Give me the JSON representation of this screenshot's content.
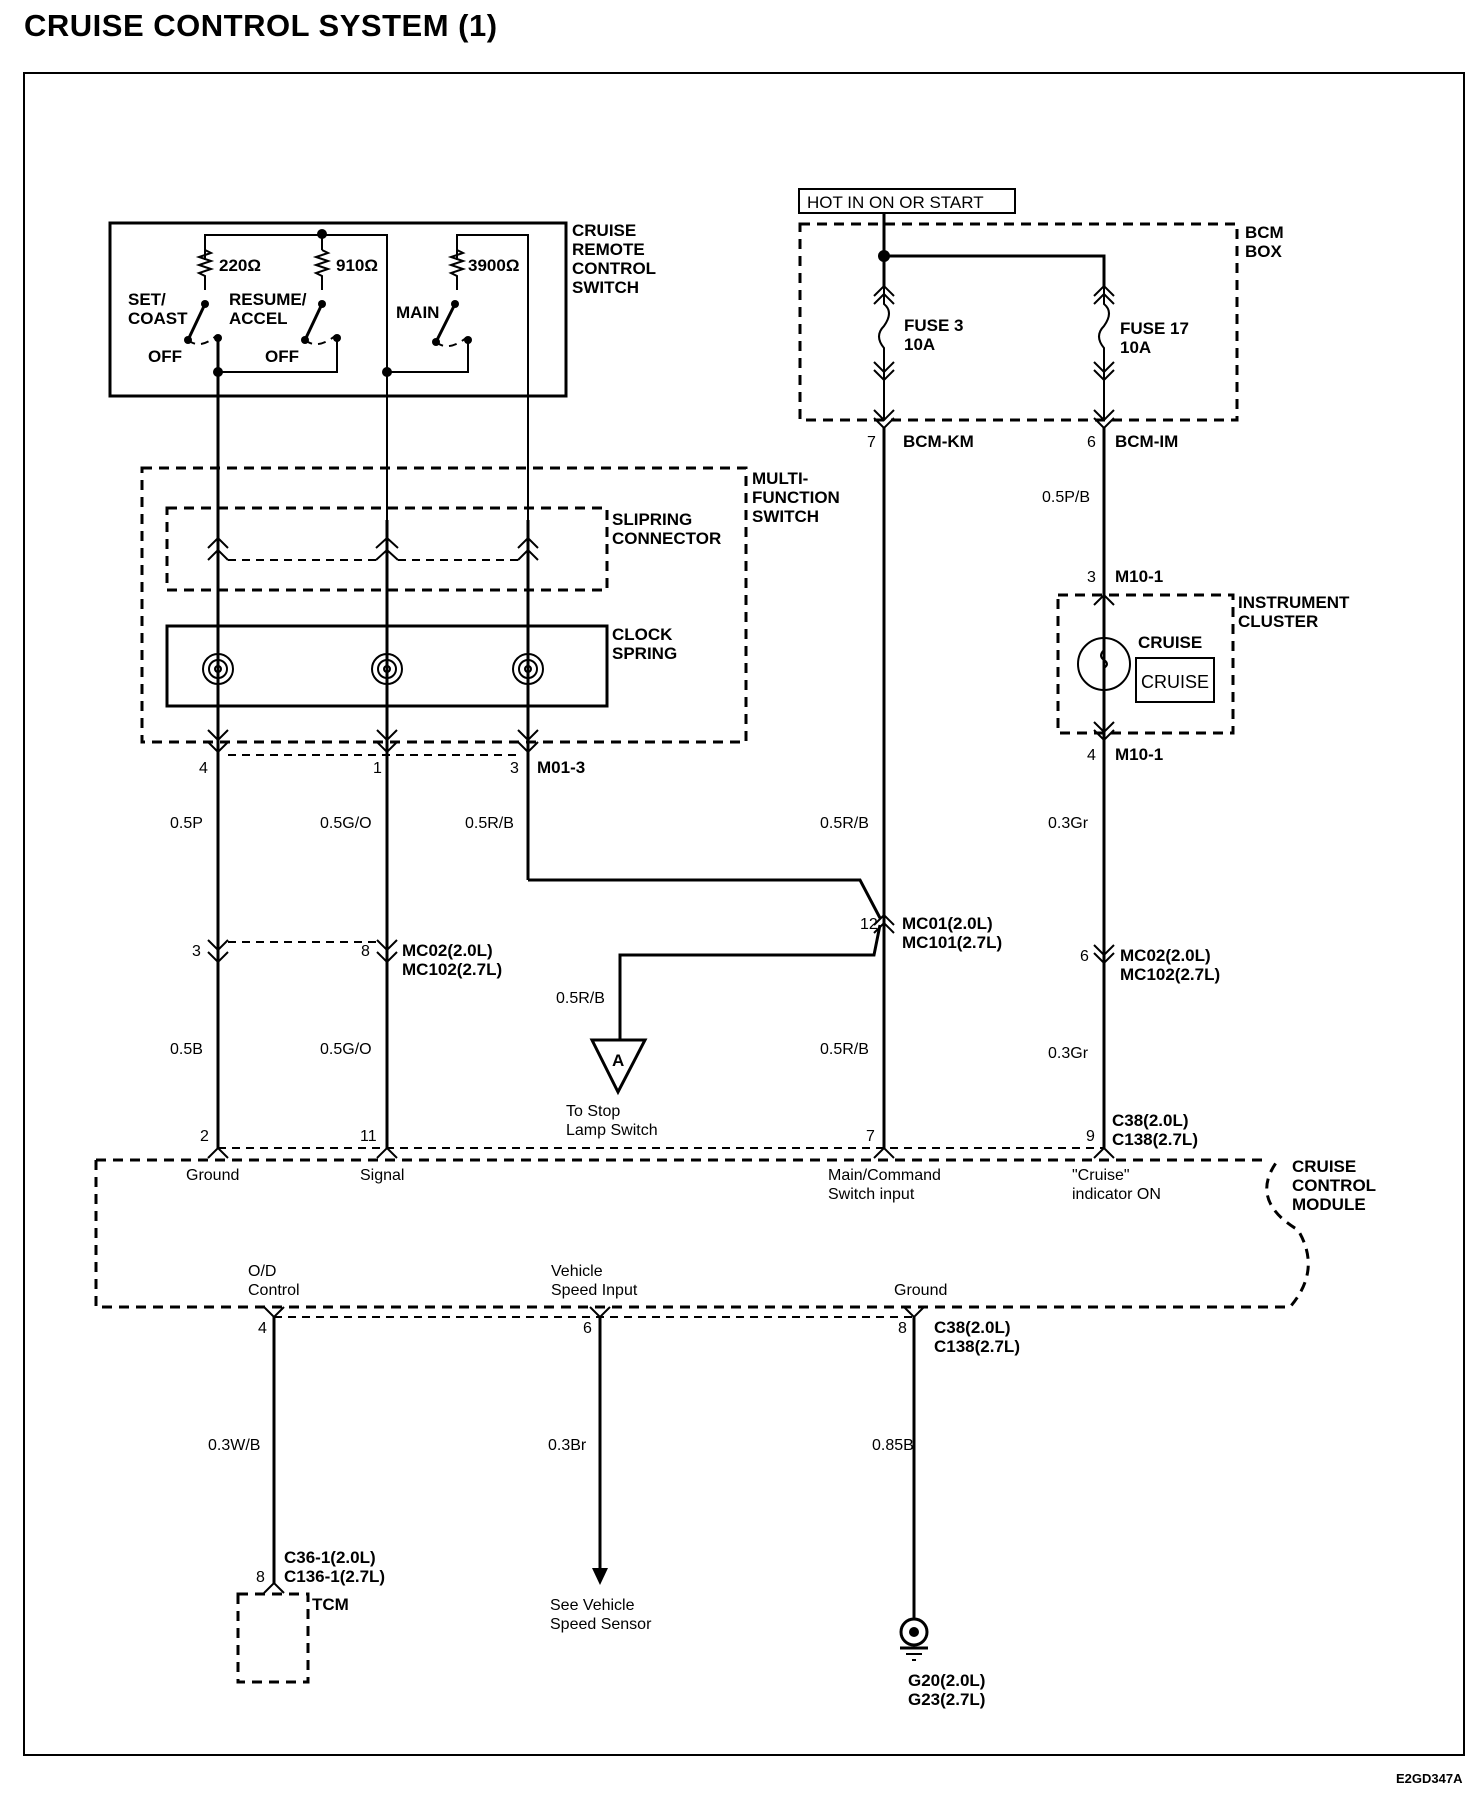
{
  "title": "CRUISE CONTROL SYSTEM (1)",
  "figure_code": "E2GD347A",
  "power": {
    "hot_label": "HOT IN ON OR START",
    "bcm_box_label": [
      "BCM",
      "BOX"
    ],
    "fuses": [
      {
        "name": "FUSE 3",
        "rating": "10A",
        "pin": "7",
        "connector": "BCM-KM"
      },
      {
        "name": "FUSE 17",
        "rating": "10A",
        "pin": "6",
        "connector": "BCM-IM"
      }
    ]
  },
  "remote_switch": {
    "label": [
      "CRUISE",
      "REMOTE",
      "CONTROL",
      "SWITCH"
    ],
    "resistors": [
      "220Ω",
      "910Ω",
      "3900Ω"
    ],
    "switches": [
      {
        "label": [
          "SET/",
          "COAST"
        ],
        "off": "OFF"
      },
      {
        "label": [
          "RESUME/",
          "ACCEL"
        ],
        "off": "OFF"
      },
      {
        "label": [
          "MAIN"
        ]
      }
    ]
  },
  "multifunction_switch": {
    "label": [
      "MULTI-",
      "FUNCTION",
      "SWITCH"
    ],
    "slipring_label": [
      "SLIPRING",
      "CONNECTOR"
    ],
    "clockspring_label": [
      "CLOCK",
      "SPRING"
    ],
    "pins": [
      "4",
      "1",
      "3"
    ],
    "connector": "M01-3"
  },
  "wires": {
    "left_upper": [
      "0.5P",
      "0.5G/O",
      "0.5R/B"
    ],
    "left_lower": [
      "0.5B",
      "0.5G/O"
    ],
    "mc02_pins": [
      "3",
      "8"
    ],
    "mc02_connector": [
      "MC02(2.0L)",
      "MC102(2.7L)"
    ],
    "mid_upper": "0.5R/B",
    "mid_lower": "0.5R/B",
    "mc01_pin": "12",
    "mc01_connector": [
      "MC01(2.0L)",
      "MC101(2.7L)"
    ],
    "stop_branch": "0.5R/B",
    "stop_ref": "A",
    "stop_label": [
      "To Stop",
      "Lamp Switch"
    ],
    "right_pb": "0.5P/B",
    "right_gr_upper": "0.3Gr",
    "right_gr_lower": "0.3Gr",
    "right_mc02_pin": "6",
    "right_mc02_connector": [
      "MC02(2.0L)",
      "MC102(2.7L)"
    ]
  },
  "instrument_cluster": {
    "label": [
      "INSTRUMENT",
      "CLUSTER"
    ],
    "pin_top": "3",
    "pin_bottom": "4",
    "connector": "M10-1",
    "lamp_label": "CRUISE",
    "indicator_text": "CRUISE"
  },
  "module": {
    "label": [
      "CRUISE",
      "CONTROL",
      "MODULE"
    ],
    "top_pins": [
      {
        "pin": "2",
        "label": [
          "Ground"
        ]
      },
      {
        "pin": "11",
        "label": [
          "Signal"
        ]
      },
      {
        "pin": "7",
        "label": [
          "Main/Command",
          "Switch input"
        ]
      },
      {
        "pin": "9",
        "label": [
          "\"Cruise\"",
          "indicator ON"
        ]
      }
    ],
    "top_connector": [
      "C38(2.0L)",
      "C138(2.7L)"
    ],
    "bottom_pins": [
      {
        "pin": "4",
        "label": [
          "O/D",
          "Control"
        ]
      },
      {
        "pin": "6",
        "label": [
          "Vehicle",
          "Speed Input"
        ]
      },
      {
        "pin": "8",
        "label": [
          "Ground"
        ]
      }
    ],
    "bottom_connector": [
      "C38(2.0L)",
      "C138(2.7L)"
    ]
  },
  "outputs": {
    "od_wire": "0.3W/B",
    "tcm_pin": "8",
    "tcm_connector": [
      "C36-1(2.0L)",
      "C136-1(2.7L)"
    ],
    "tcm_label": "TCM",
    "vss_wire": "0.3Br",
    "vss_label": [
      "See Vehicle",
      "Speed Sensor"
    ],
    "ground_wire": "0.85B",
    "ground_label": [
      "G20(2.0L)",
      "G23(2.7L)"
    ]
  }
}
